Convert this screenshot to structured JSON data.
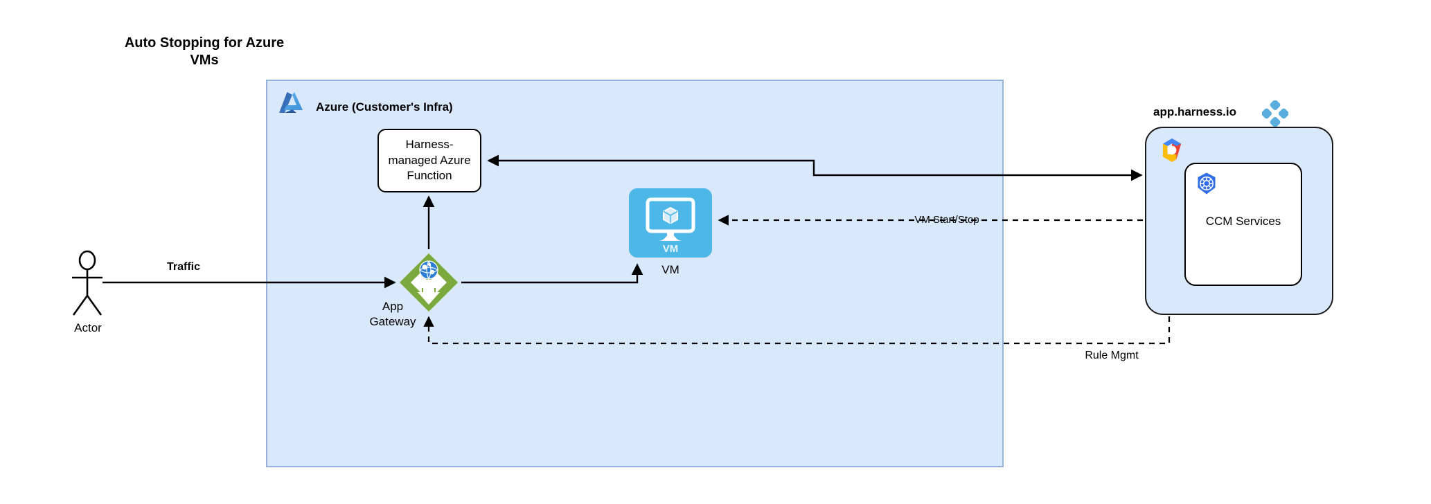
{
  "title": {
    "line1": "Auto Stopping for Azure",
    "line2": "VMs"
  },
  "azure": {
    "label": "Azure (Customer's Infra)",
    "logo_icon": "azure-logo-icon",
    "fill_color": "#dae8fc",
    "border_color": "#97b3dd"
  },
  "nodes": {
    "function": {
      "line1": "Harness-",
      "line2": "managed Azure",
      "line3": "Function"
    },
    "vm": {
      "icon_label": "VM",
      "caption": "VM",
      "icon": "vm-monitor-cube-icon",
      "color": "#4db8e8"
    },
    "gateway": {
      "caption_line1": "App",
      "caption_line2": "Gateway",
      "icon": "app-gateway-icon",
      "color": "#7ba93d"
    },
    "actor": {
      "caption": "Actor",
      "icon": "actor-stick-figure-icon"
    },
    "ccm": {
      "label": "CCM Services",
      "icon": "kubernetes-icon",
      "icon_color": "#326ce5"
    }
  },
  "harness": {
    "label": "app.harness.io",
    "logo_icon": "harness-diamond-logo-icon",
    "logo_color": "#5aaede",
    "cloud_icon": "gcp-hexagon-icon",
    "panel_fill": "#dae8fc",
    "panel_border": "#1a1a1a"
  },
  "edges": {
    "traffic": "Traffic",
    "vm_start_stop": "VM Start/Stop",
    "rule_mgmt": "Rule Mgmt"
  }
}
